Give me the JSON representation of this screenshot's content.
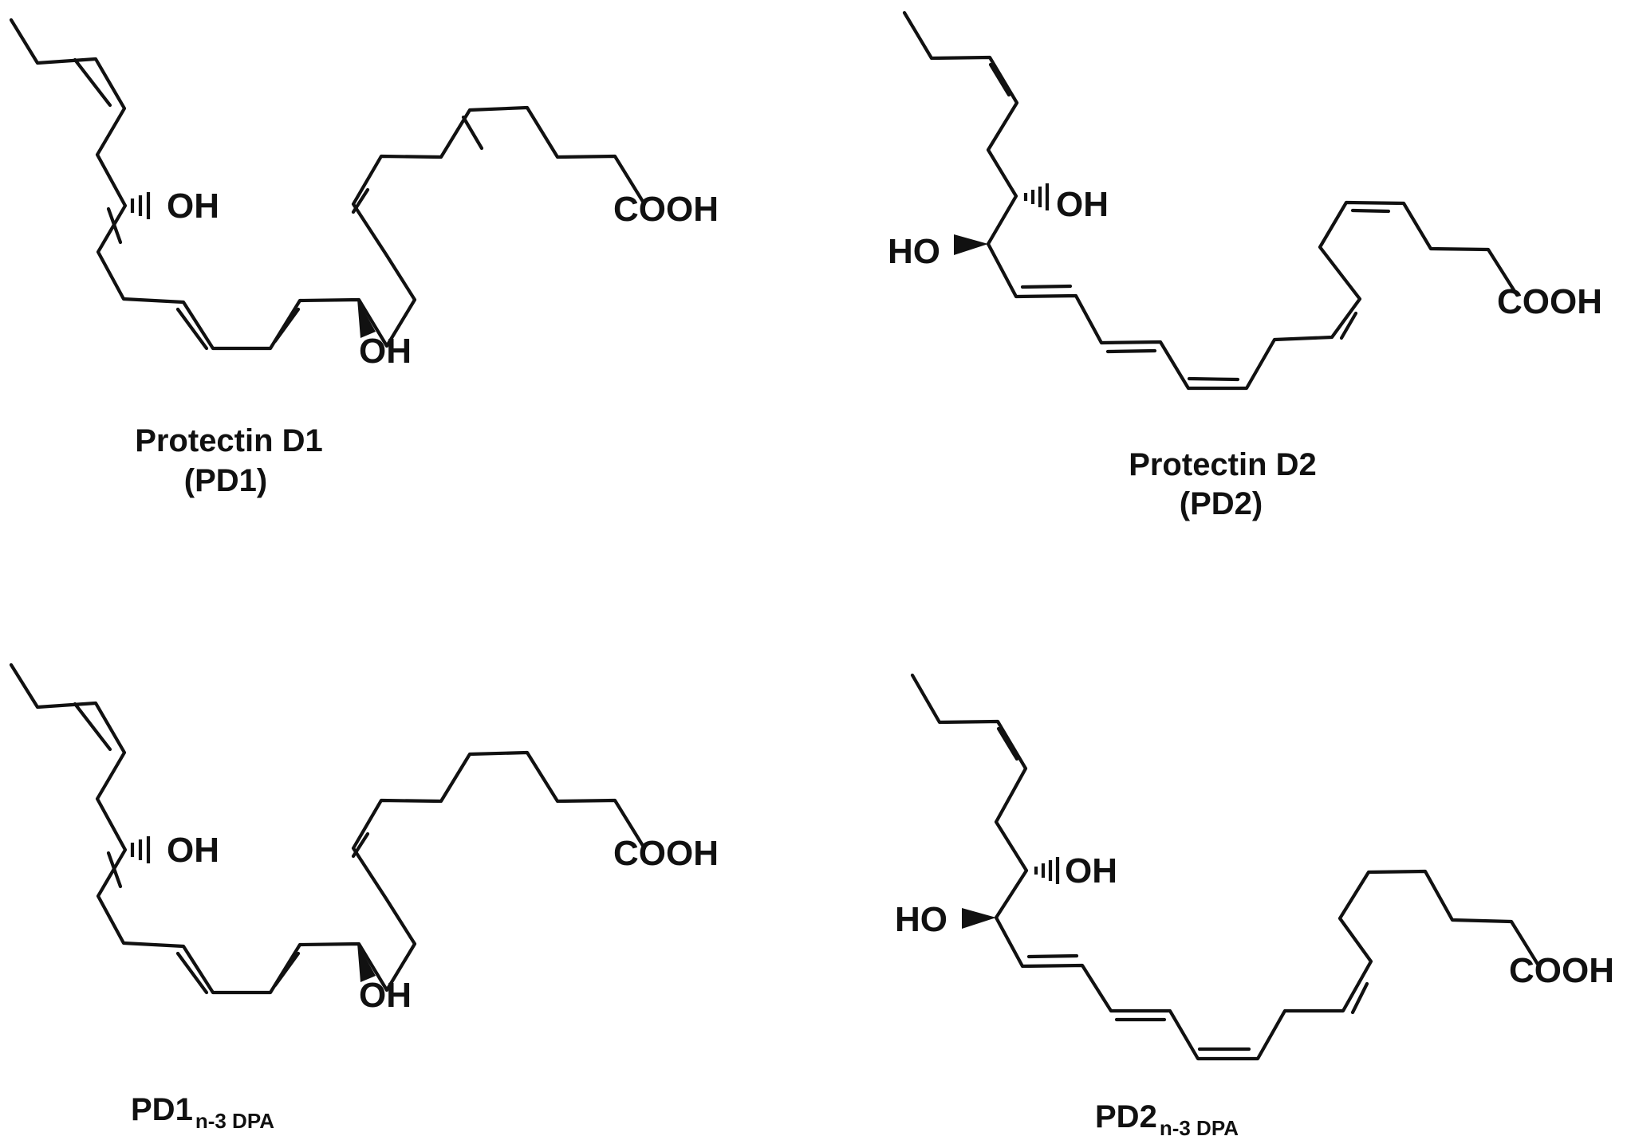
{
  "molecules": [
    {
      "id": "pd1",
      "caption_line1": "Protectin D1",
      "caption_line2": "(PD1)",
      "labels": {
        "oh_hashed": "OH",
        "oh_wedged": "OH",
        "acid": "COOH"
      }
    },
    {
      "id": "pd2",
      "caption_line1": "Protectin D2",
      "caption_line2": "(PD2)",
      "labels": {
        "oh_hashed": "OH",
        "oh_wedged": "HO",
        "acid": "COOH"
      }
    },
    {
      "id": "pd1-n3dpa",
      "caption_main": "PD1",
      "caption_sub": "n-3 DPA",
      "labels": {
        "oh_hashed": "OH",
        "oh_wedged": "OH",
        "acid": "COOH"
      }
    },
    {
      "id": "pd2-n3dpa",
      "caption_main": "PD2",
      "caption_sub": "n-3 DPA",
      "labels": {
        "oh_hashed": "OH",
        "oh_wedged": "HO",
        "acid": "COOH"
      }
    }
  ],
  "colors": {
    "ink": "#111111",
    "background": "#ffffff"
  }
}
